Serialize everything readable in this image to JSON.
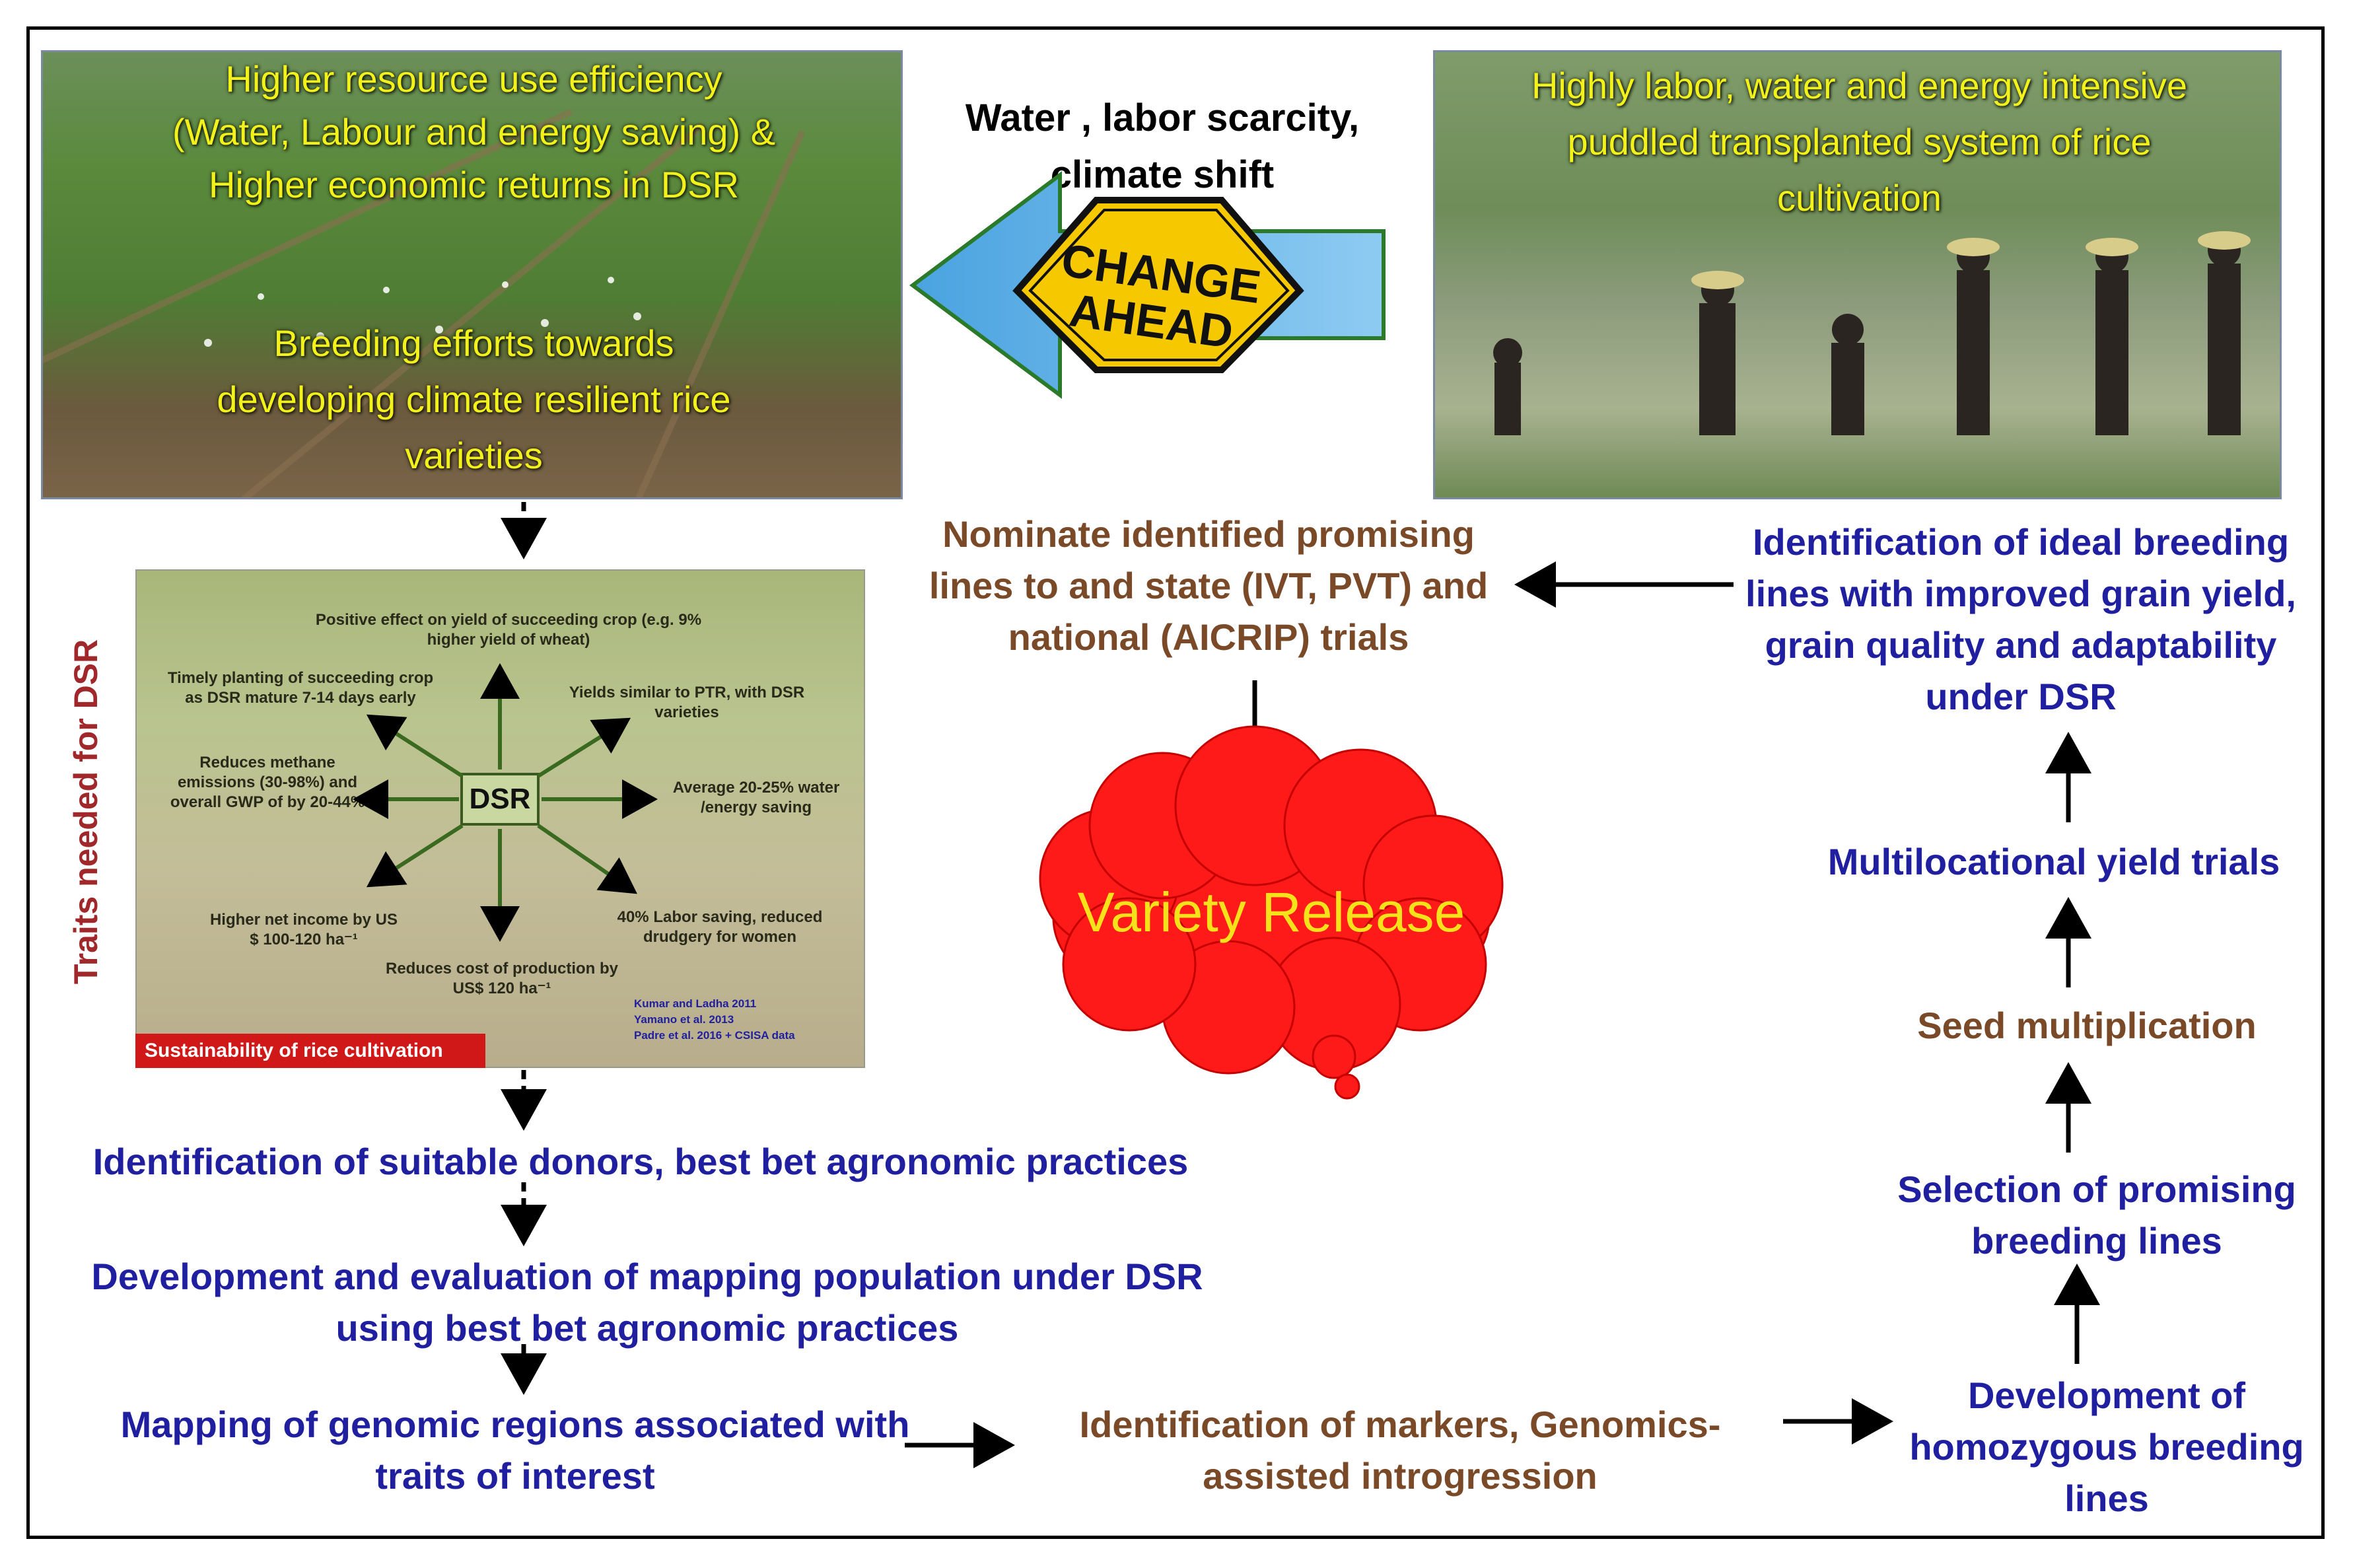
{
  "top_left_photo": {
    "line1": "Higher resource use efficiency",
    "line2": "(Water, Labour and energy saving) &",
    "line3": "Higher economic returns in DSR",
    "line4": "Breeding efforts towards",
    "line5": "developing climate resilient rice",
    "line6": "varieties"
  },
  "top_right_photo": {
    "line1": "Highly labor, water and energy intensive",
    "line2": "puddled transplanted  system of rice",
    "line3": "cultivation"
  },
  "change": {
    "line1": "Water , labor scarcity,",
    "line2": "climate shift",
    "sign1": "CHANGE",
    "sign2": "AHEAD"
  },
  "traits_panel": {
    "side_label": "Traits needed for DSR",
    "center": "DSR",
    "t_top": "Positive effect on yield of succeeding crop (e.g. 9% higher yield of wheat)",
    "t_top_left": "Timely planting of succeeding crop as DSR mature 7-14 days early",
    "t_top_right": "Yields similar to PTR, with DSR varieties",
    "t_left": "Reduces methane emissions (30-98%) and overall GWP of by 20-44%",
    "t_right": "Average 20-25% water /energy saving",
    "t_bottom_left": "Higher net income by US $ 100-120 ha⁻¹",
    "t_bottom": "Reduces cost of production by US$ 120 ha⁻¹",
    "t_bottom_right": "40% Labor saving, reduced drudgery for women",
    "refs": "Kumar and Ladha 2011\nYamano et al. 2013\nPadre et al. 2016 + CSISA data",
    "banner": "Sustainability of rice cultivation"
  },
  "steps": {
    "nominate": "Nominate identified promising lines to and state (IVT, PVT) and national (AICRIP) trials",
    "variety_release": "Variety Release",
    "ideal_lines": "Identification of ideal breeding lines with improved grain yield, grain quality and adaptability under DSR",
    "multilocational": "Multilocational yield trials",
    "seed_mult": "Seed multiplication",
    "selection": "Selection of promising breeding lines",
    "development_homo": "Development of homozygous breeding lines",
    "markers": "Identification of markers, Genomics-assisted introgression",
    "mapping_regions": "Mapping of genomic regions associated with traits of interest",
    "mapping_pop": "Development and evaluation of mapping population under DSR using best bet agronomic practices",
    "donors": "Identification of suitable donors, best bet agronomic practices"
  },
  "colors": {
    "blue_text": "#1f1fa0",
    "brown_text": "#7a4a28",
    "photo_text": "#f2f21a",
    "cloud": "#ff1a1a",
    "sign": "#f5c800"
  }
}
